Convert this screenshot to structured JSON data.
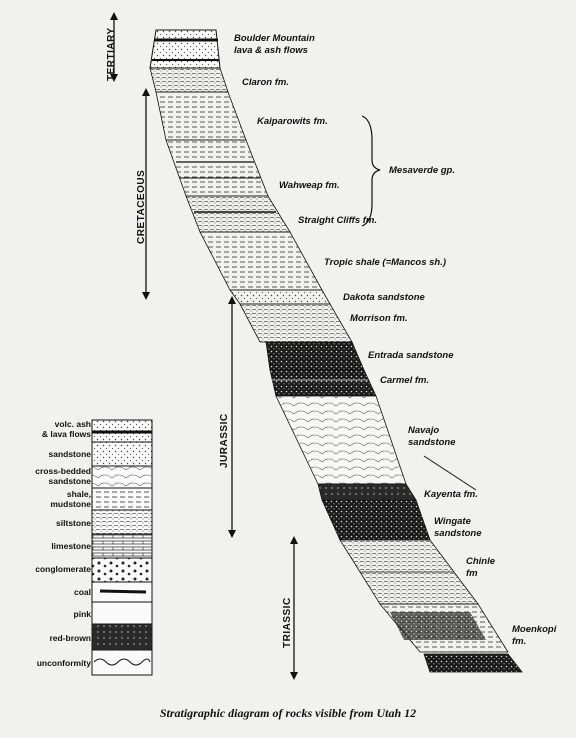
{
  "periods": {
    "tertiary": "TERTIARY",
    "cretaceous": "CRETACEOUS",
    "jurassic": "JURASSIC",
    "triassic": "TRIASSIC"
  },
  "formations": {
    "boulder_mountain_1": "Boulder Mountain",
    "boulder_mountain_2": "lava & ash flows",
    "claron": "Claron fm.",
    "kaiparowits": "Kaiparowits fm.",
    "mesaverde": "Mesaverde gp.",
    "wahweap": "Wahweap fm.",
    "straight_cliffs": "Straight Cliffs fm.",
    "tropic_shale": "Tropic shale (=Mancos sh.)",
    "dakota": "Dakota sandstone",
    "morrison": "Morrison fm.",
    "entrada": "Entrada sandstone",
    "carmel": "Carmel fm.",
    "navajo_1": "Navajo",
    "navajo_2": "sandstone",
    "kayenta": "Kayenta fm.",
    "wingate_1": "Wingate",
    "wingate_2": "sandstone",
    "chinle_1": "Chinle",
    "chinle_2": "fm",
    "moenkopi_1": "Moenkopi",
    "moenkopi_2": "fm."
  },
  "legend": {
    "volc_1": "volc. ash",
    "volc_2": "& lava flows",
    "sandstone": "sandstone",
    "cross_1": "cross-bedded",
    "cross_2": "sandstone",
    "shale_1": "shale,",
    "shale_2": "mudstone",
    "siltstone": "siltstone",
    "limestone": "limestone",
    "conglomerate": "conglomerate",
    "coal": "coal",
    "pink": "pink",
    "red_brown": "red-brown",
    "unconformity": "unconformity"
  },
  "caption": "Stratigraphic diagram of rocks visible from Utah 12"
}
